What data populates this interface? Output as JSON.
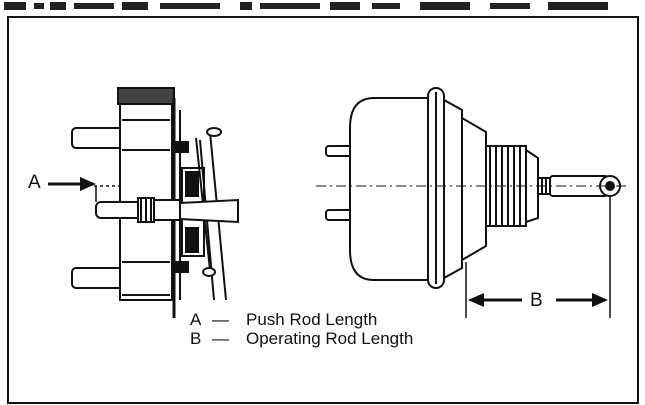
{
  "figure": {
    "dimension_a_letter": "A",
    "dimension_b_letter": "B",
    "legend": [
      {
        "key": "A",
        "sep": "—",
        "text": "Push Rod Length"
      },
      {
        "key": "B",
        "sep": "—",
        "text": "Operating Rod Length"
      }
    ]
  }
}
